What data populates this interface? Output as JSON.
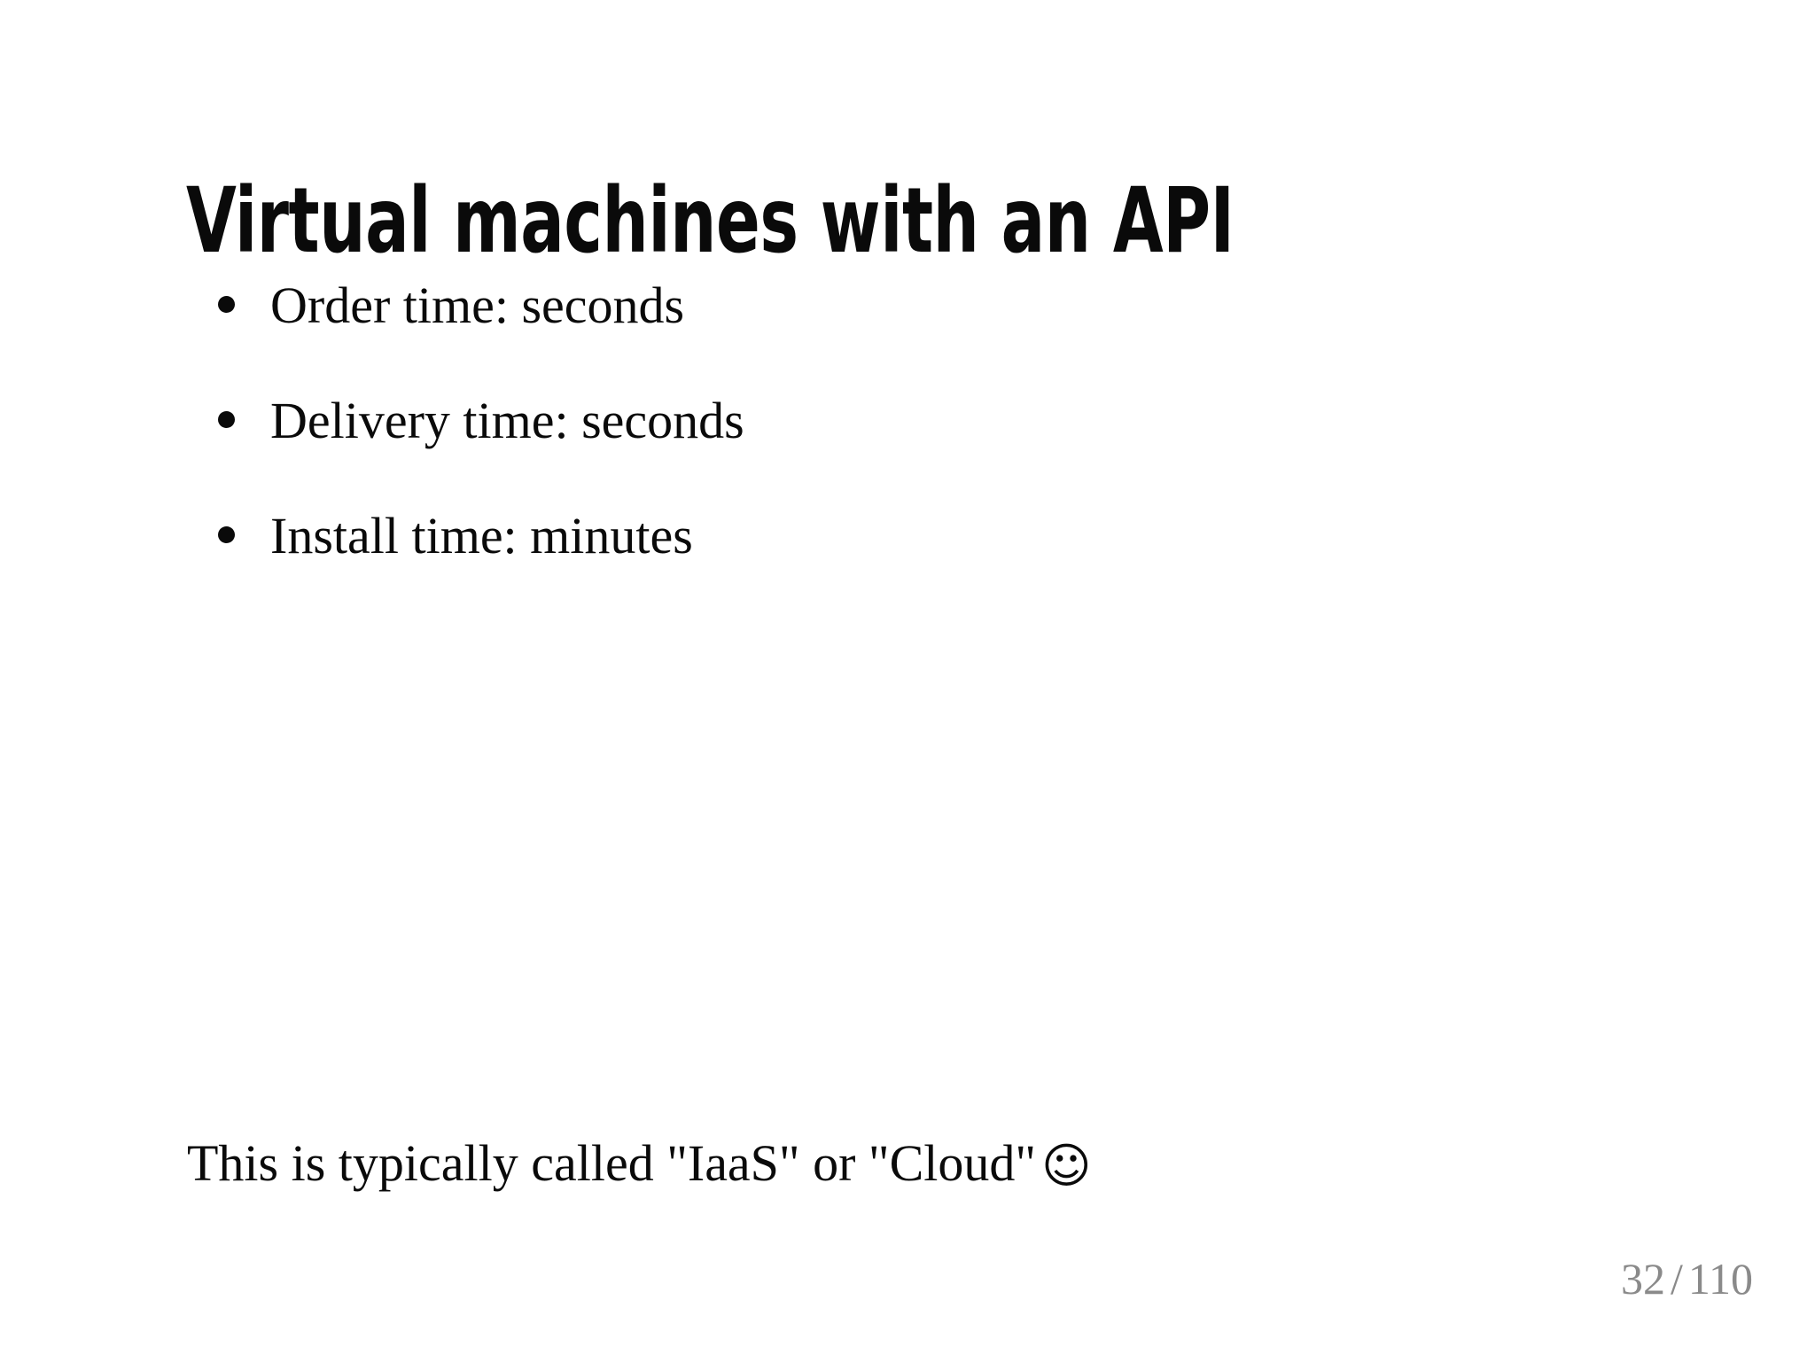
{
  "slide": {
    "title": "Virtual machines with an API",
    "background_color": "#ffffff",
    "text_color": "#0a0a0a",
    "bullets": [
      {
        "text": "Order time: seconds",
        "marker": "bullet-dot"
      },
      {
        "text": "Delivery time: seconds",
        "marker": "bullet-dot"
      },
      {
        "text": "Install time: minutes",
        "marker": "bullet-dot"
      }
    ],
    "footer_note": {
      "text": "This is typically called \"IaaS\" or \"Cloud\"",
      "emoji": "☺",
      "emoji_name": "white-smiling-face"
    },
    "page_counter": {
      "current": "32",
      "separator": "/",
      "total": "110",
      "color": "#8a8a8a"
    }
  }
}
